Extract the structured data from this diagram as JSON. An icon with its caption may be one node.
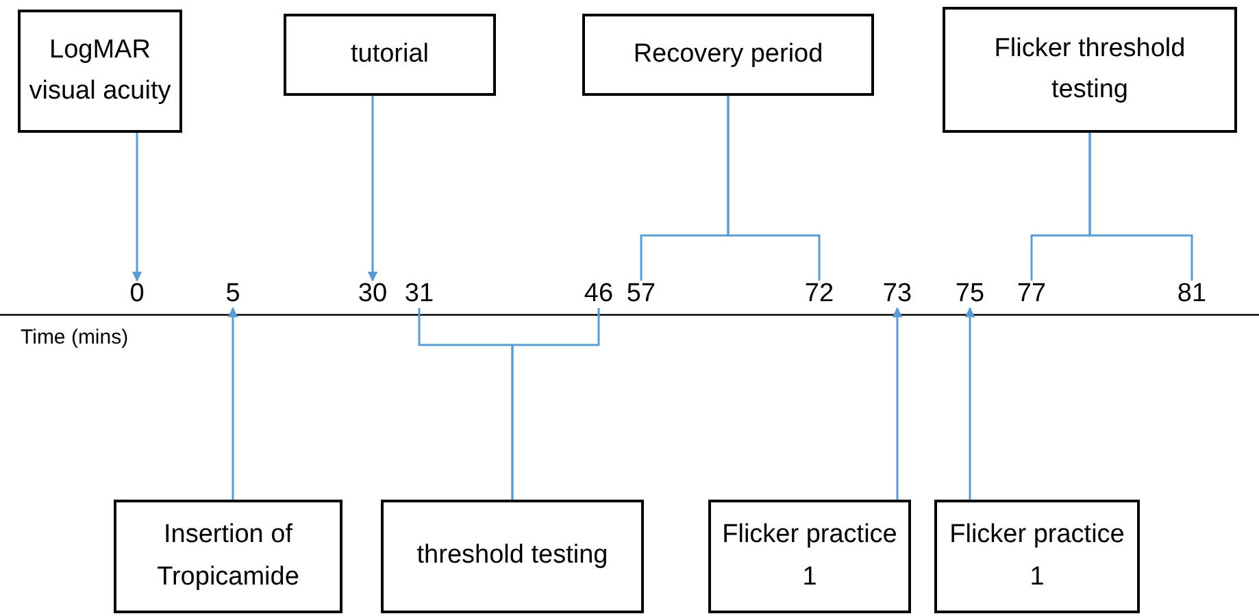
{
  "diagram": {
    "nodes": [
      {
        "text": [
          "LogMAR visual acuity"
        ]
      },
      {
        "text": [
          "tutorial"
        ]
      },
      {
        "text": [
          "Recovery period"
        ]
      },
      {
        "text": [
          "Flicker threshold testing"
        ]
      },
      {
        "text": [
          "0"
        ]
      },
      {
        "text": [
          "5"
        ]
      },
      {
        "text": [
          "30"
        ]
      },
      {
        "text": [
          "31"
        ]
      },
      {
        "text": [
          "46"
        ]
      },
      {
        "text": [
          "57"
        ]
      },
      {
        "text": [
          "72"
        ]
      },
      {
        "text": [
          "73"
        ]
      },
      {
        "text": [
          "75"
        ]
      },
      {
        "text": [
          "77"
        ]
      },
      {
        "text": [
          "81"
        ]
      },
      {
        "text": [
          "Insertion of Tropicamide"
        ]
      },
      {
        "text": [
          "threshold testing"
        ]
      },
      {
        "text": [
          "Flicker practice 1"
        ]
      },
      {
        "text": [
          "Flicker practice 1"
        ]
      }
    ],
    "edges": [
      {
        "from": 0,
        "to": 4,
        "arrow": "to"
      },
      {
        "from": 1,
        "to": 6,
        "arrow": "to"
      },
      {
        "from": 2,
        "to": 9,
        "arrow": "none"
      },
      {
        "from": 2,
        "to": 10,
        "arrow": "none"
      },
      {
        "from": 3,
        "to": 13,
        "arrow": "none"
      },
      {
        "from": 3,
        "to": 14,
        "arrow": "none"
      },
      {
        "from": 15,
        "to": 5,
        "arrow": "to"
      },
      {
        "from": 16,
        "to": 7,
        "arrow": "none"
      },
      {
        "from": 16,
        "to": 8,
        "arrow": "none"
      },
      {
        "from": 17,
        "to": 11,
        "arrow": "to"
      },
      {
        "from": 18,
        "to": 12,
        "arrow": "to"
      }
    ],
    "labels": [
      "Time (mins)"
    ]
  }
}
